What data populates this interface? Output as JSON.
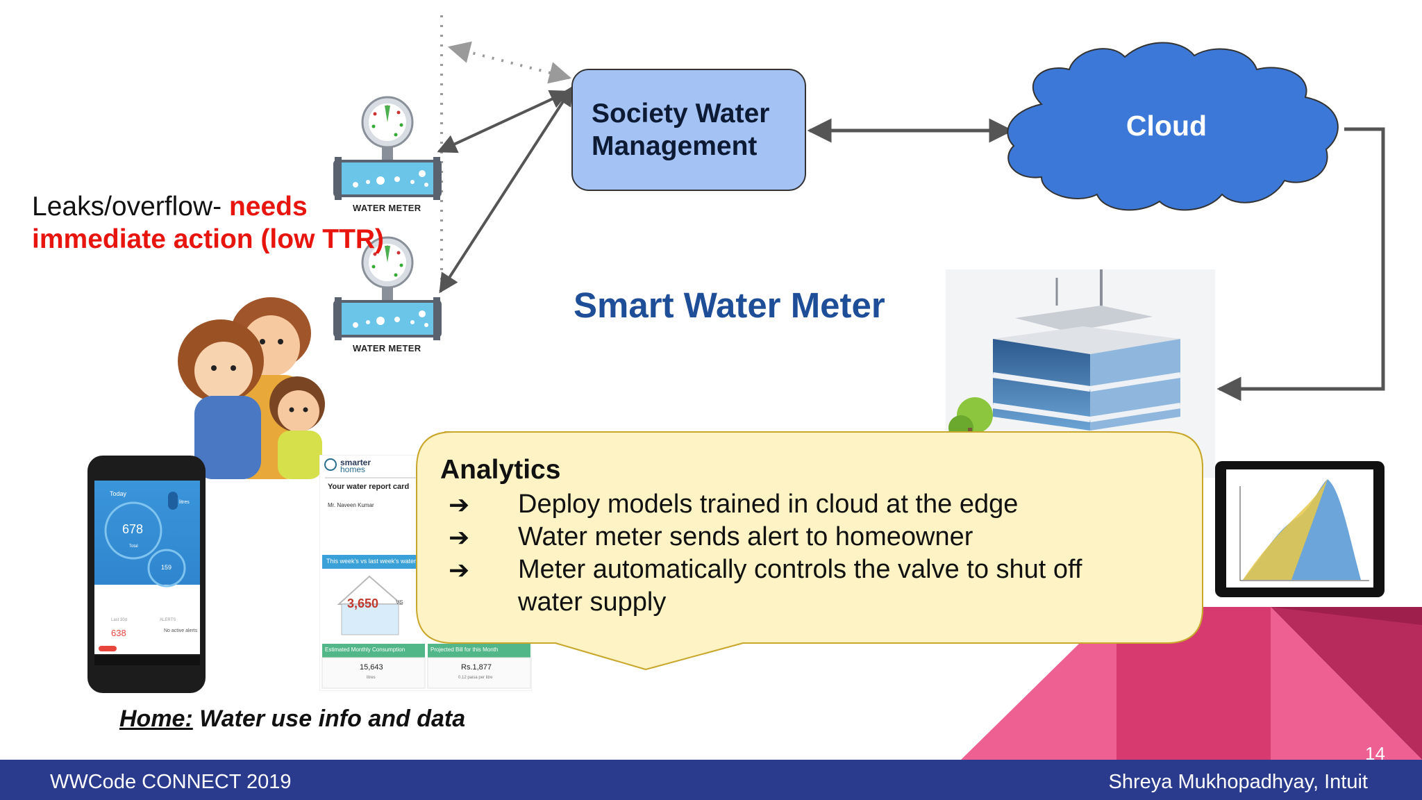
{
  "slide": {
    "page_number": "14",
    "title": "Smart Water Meter",
    "footer_left": "WWCode CONNECT 2019",
    "footer_right": "Shreya Mukhopadhyay, Intuit"
  },
  "diagram": {
    "society_label_line1": "Society Water",
    "society_label_line2": "Management",
    "cloud_label": "Cloud",
    "meter_label_1": "WATER METER",
    "meter_label_2": "WATER METER",
    "leak_prefix": "Leaks/overflow- ",
    "leak_highlight": "needs immediate action (low TTR)"
  },
  "callout": {
    "title": "Analytics",
    "bullet_symbol": "➔",
    "items": [
      "Deploy models trained in cloud at the edge",
      "Water meter sends alert to homeowner",
      "Meter automatically controls the valve to shut off water supply"
    ]
  },
  "home": {
    "caption_label": "Home:",
    "caption_text": " Water use info and data"
  },
  "phone": {
    "tab": "Today",
    "toggle_label": "litres",
    "big_value": "678",
    "big_unit": "Total",
    "small_value": "159",
    "last_value": "638",
    "last_label": "Last 30d",
    "alerts_label": "ALERTS",
    "alerts_text": "No active alerts"
  },
  "report_card": {
    "brand_line1": "smarter",
    "brand_line2": "homes",
    "heading": "Your water report card",
    "name": "Mr. Naveen Kumar",
    "compare_title": "This week's vs last week's water",
    "week_value": "3,650",
    "vs_label": "VS",
    "monthly_label": "Estimated Monthly Consumption",
    "monthly_value": "15,643",
    "monthly_unit": "litres",
    "bill_label": "Projected Bill for this Month",
    "bill_value": "Rs.1,877",
    "bill_unit": "0.12 paisa per litre"
  },
  "colors": {
    "society_box": "#a4c2f4",
    "cloud": "#3c78d8",
    "title_blue": "#1f4e99",
    "alert_red": "#e8150f",
    "callout_fill": "#fdf3c4",
    "footer": "#2a3a8c",
    "pink_light": "#ee5f92",
    "pink_mid": "#d63a6e",
    "pink_dark": "#9e1f4b"
  }
}
